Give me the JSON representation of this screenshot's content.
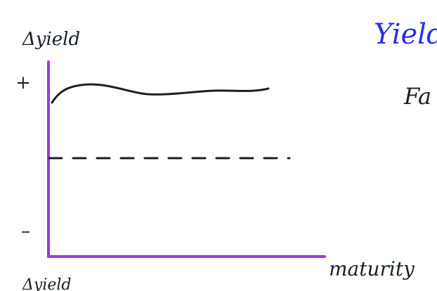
{
  "board": {
    "y_axis_label": "Δyield",
    "x_axis_label": "maturity",
    "plus_tick": "+",
    "minus_tick": "–",
    "bottom_label": "Δyield",
    "title_fragment": "Yield",
    "subtitle_fragment": "Fa",
    "colors": {
      "axis": "#a735d6",
      "ink": "#17202a",
      "title": "#2b2ef0"
    }
  }
}
